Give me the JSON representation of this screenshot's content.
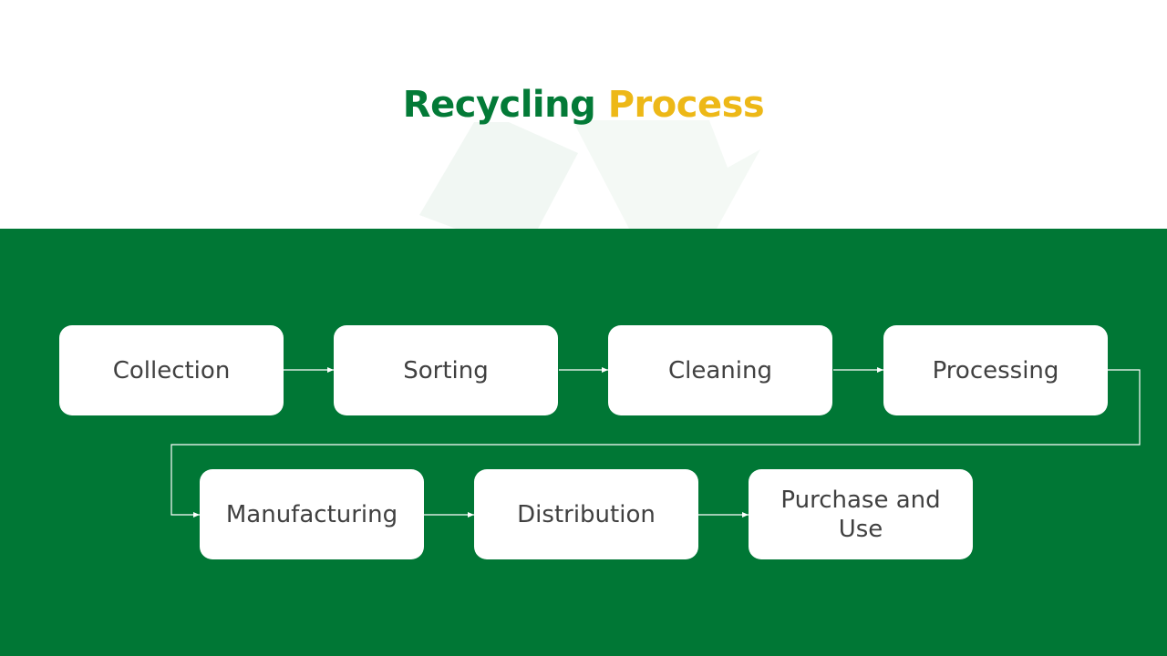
{
  "title": {
    "part1": "Recycling",
    "part2": "Process"
  },
  "steps": [
    {
      "label": "Collection"
    },
    {
      "label": "Sorting"
    },
    {
      "label": "Cleaning"
    },
    {
      "label": "Processing"
    },
    {
      "label": "Manufacturing"
    },
    {
      "label": "Distribution"
    },
    {
      "label": "Purchase and Use"
    }
  ],
  "colors": {
    "title_primary": "#037a37",
    "title_accent": "#edb817",
    "band": "#007735",
    "box": "#ffffff",
    "text": "#404040",
    "connector": "#ffffff"
  },
  "icons": {
    "background_watermark": "recycle-arrows-icon"
  }
}
